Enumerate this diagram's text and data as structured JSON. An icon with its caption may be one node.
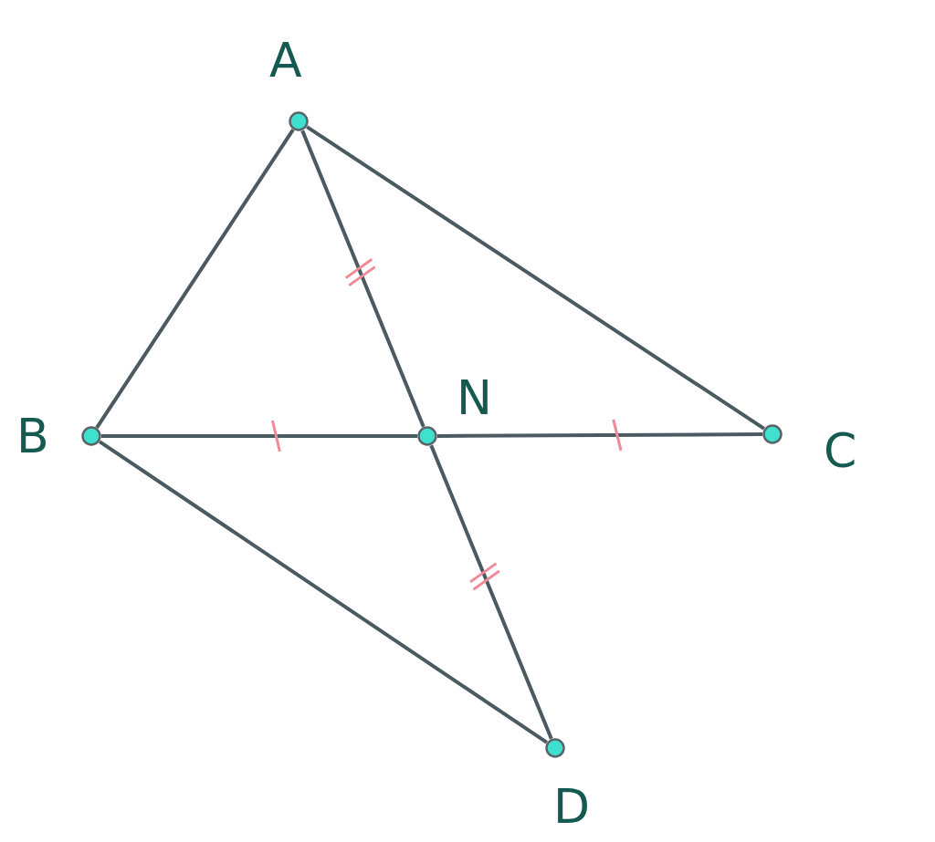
{
  "diagram": {
    "nodes": [
      {
        "text": [
          "A"
        ]
      },
      {
        "text": [
          "B"
        ]
      },
      {
        "text": [
          "N"
        ]
      },
      {
        "text": [
          "C"
        ]
      },
      {
        "text": [
          "D"
        ]
      }
    ],
    "edges": [
      {
        "from": 0,
        "to": 1,
        "arrow": "none"
      },
      {
        "from": 0,
        "to": 3,
        "arrow": "none"
      },
      {
        "from": 0,
        "to": 2,
        "arrow": "none"
      },
      {
        "from": 1,
        "to": 2,
        "arrow": "none"
      },
      {
        "from": 2,
        "to": 3,
        "arrow": "none"
      },
      {
        "from": 1,
        "to": 4,
        "arrow": "none"
      },
      {
        "from": 2,
        "to": 4,
        "arrow": "none"
      }
    ]
  }
}
